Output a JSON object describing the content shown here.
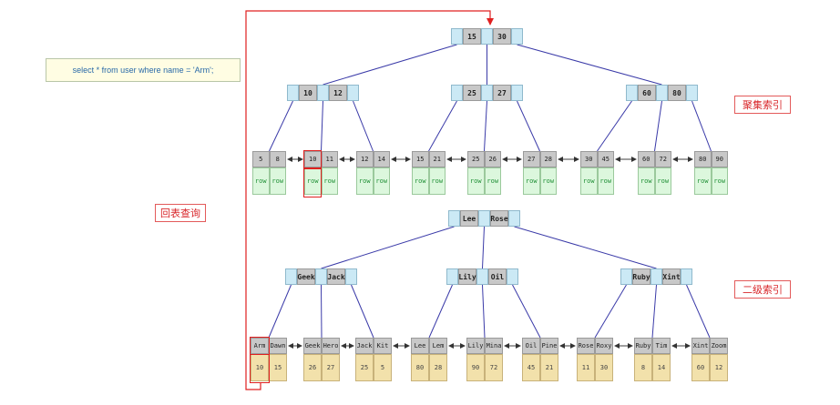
{
  "query": "select * from user where name = 'Arm';",
  "labels": {
    "clustered_index": "聚集索引",
    "secondary_index": "二级索引",
    "lookup": "回表查询"
  },
  "colors": {
    "highlight": "#e02020",
    "pointer": "#cbe9f5",
    "key": "#c8c8c8",
    "row_green": "#dcf7dd",
    "row_yellow": "#f2e1ab",
    "edge": "#3a3aa8"
  },
  "clustered": {
    "root": [
      "15",
      "30"
    ],
    "internal": [
      [
        "10",
        "12"
      ],
      [
        "25",
        "27"
      ],
      [
        "60",
        "80"
      ]
    ],
    "leaves": [
      {
        "keys": [
          "5",
          "8"
        ],
        "values": [
          "row",
          "row"
        ]
      },
      {
        "keys": [
          "10",
          "11"
        ],
        "values": [
          "row",
          "row"
        ]
      },
      {
        "keys": [
          "12",
          "14"
        ],
        "values": [
          "row",
          "row"
        ]
      },
      {
        "keys": [
          "15",
          "21"
        ],
        "values": [
          "row",
          "row"
        ]
      },
      {
        "keys": [
          "25",
          "26"
        ],
        "values": [
          "row",
          "row"
        ]
      },
      {
        "keys": [
          "27",
          "28"
        ],
        "values": [
          "row",
          "row"
        ]
      },
      {
        "keys": [
          "30",
          "45"
        ],
        "values": [
          "row",
          "row"
        ]
      },
      {
        "keys": [
          "60",
          "72"
        ],
        "values": [
          "row",
          "row"
        ]
      },
      {
        "keys": [
          "80",
          "90"
        ],
        "values": [
          "row",
          "row"
        ]
      }
    ]
  },
  "secondary": {
    "root": [
      "Lee",
      "Rose"
    ],
    "internal": [
      [
        "Geek",
        "Jack"
      ],
      [
        "Lily",
        "Oil"
      ],
      [
        "Ruby",
        "Xint"
      ]
    ],
    "leaves": [
      {
        "keys": [
          "Arm",
          "Dawn"
        ],
        "values": [
          "10",
          "15"
        ]
      },
      {
        "keys": [
          "Geek",
          "Hero"
        ],
        "values": [
          "26",
          "27"
        ]
      },
      {
        "keys": [
          "Jack",
          "Kit"
        ],
        "values": [
          "25",
          "5"
        ]
      },
      {
        "keys": [
          "Lee",
          "Lem"
        ],
        "values": [
          "80",
          "28"
        ]
      },
      {
        "keys": [
          "Lily",
          "Mina"
        ],
        "values": [
          "90",
          "72"
        ]
      },
      {
        "keys": [
          "Oil",
          "Pine"
        ],
        "values": [
          "45",
          "21"
        ]
      },
      {
        "keys": [
          "Rose",
          "Roxy"
        ],
        "values": [
          "11",
          "30"
        ]
      },
      {
        "keys": [
          "Ruby",
          "Tim"
        ],
        "values": [
          "8",
          "14"
        ]
      },
      {
        "keys": [
          "Xint",
          "Zoom"
        ],
        "values": [
          "60",
          "12"
        ]
      }
    ]
  }
}
